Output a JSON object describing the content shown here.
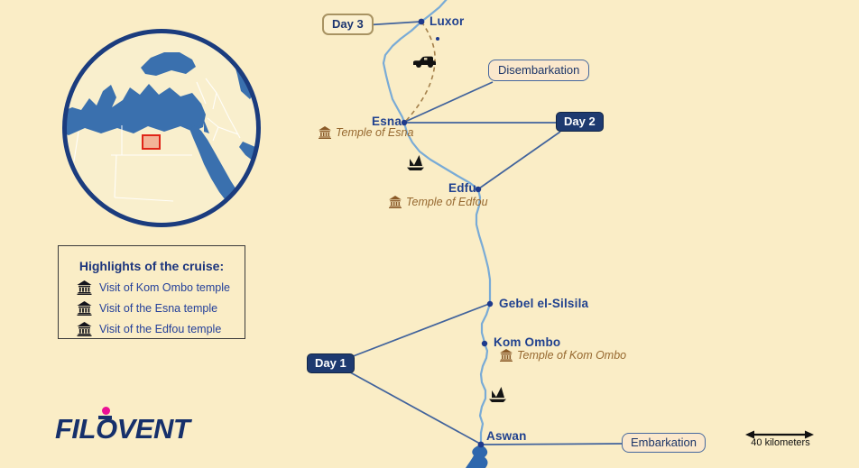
{
  "canvas": {
    "background": "#faedc6"
  },
  "logo": {
    "prefix": "FIL",
    "o": "O",
    "suffix": "VENT"
  },
  "highlights": {
    "title": "Highlights of the cruise:",
    "items": [
      {
        "icon": "temple-icon",
        "label": "Visit of Kom Ombo temple"
      },
      {
        "icon": "temple-icon",
        "label": "Visit of the Esna temple"
      },
      {
        "icon": "temple-icon",
        "label": "Visit of the Edfou temple"
      }
    ]
  },
  "map": {
    "stops": [
      {
        "label": "Luxor"
      },
      {
        "label": "Esna",
        "temple": "Temple of Esna"
      },
      {
        "label": "Edfu",
        "temple": "Temple of Edfou"
      },
      {
        "label": "Gebel el-Silsila"
      },
      {
        "label": "Kom Ombo",
        "temple": "Temple of Kom Ombo"
      },
      {
        "label": "Aswan"
      }
    ],
    "days": [
      {
        "label": "Day 1"
      },
      {
        "label": "Day 2"
      },
      {
        "label": "Day 3"
      }
    ],
    "banners": {
      "embarkation": "Embarkation",
      "disembarkation": "Disembarkation"
    },
    "scale": {
      "label": "40 kilometers"
    }
  },
  "icons": {
    "temple": "classical-temple-glyph",
    "felucca": "lateen-sailboat-glyph",
    "car": "car-silhouette-glyph",
    "scale_arrow": "double-headed-arrow",
    "locator": "globe-with-red-box"
  },
  "colors": {
    "background": "#faedc6",
    "navy_marker": "#1e3a70",
    "route_line": "#41639c",
    "river": "#79abd6",
    "lake": "#2e67ad",
    "sea": "#3a70ae",
    "road": "#a5814c",
    "city_label": "#20418f",
    "temple_text": "#96682f",
    "globe_border": "#1b3c7e",
    "highlight_red": "#e02417",
    "logo_navy": "#16306b",
    "logo_dot": "#ea1095"
  }
}
